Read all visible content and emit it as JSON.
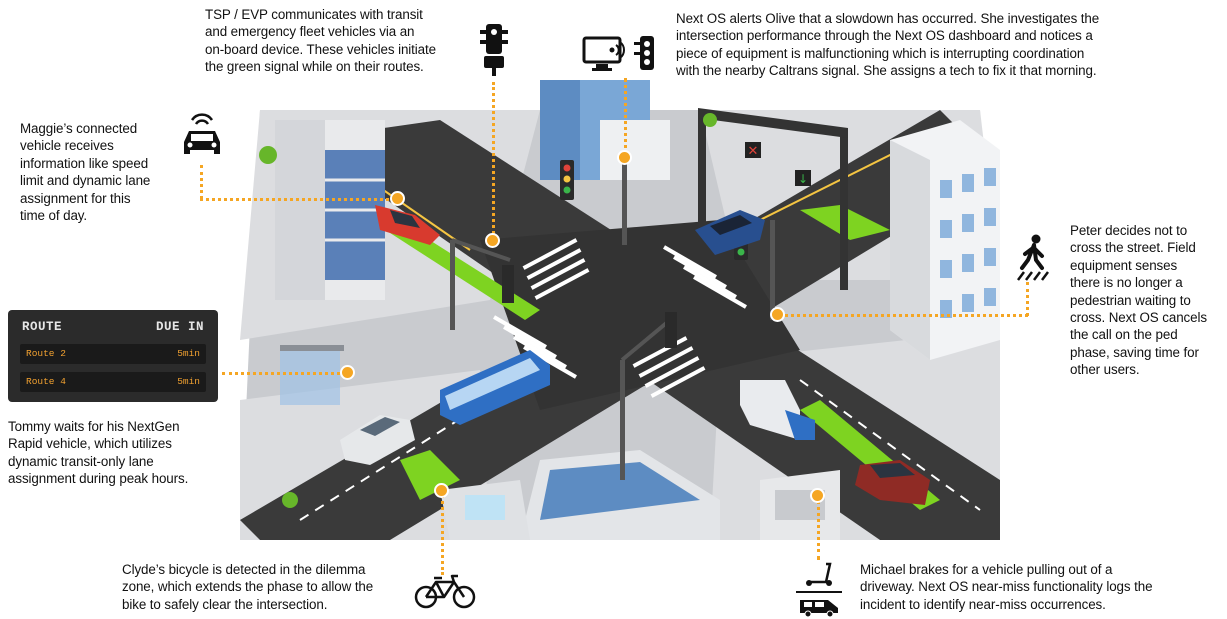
{
  "callouts": {
    "maggie": "Maggie’s connected\nvehicle receives\ninformation like speed\nlimit and dynamic lane\nassignment for this\ntime of day.",
    "tsp": "TSP / EVP communicates with transit\nand emergency fleet vehicles via an\non-board device. These vehicles initiate\nthe green signal while on their routes.",
    "olive": "Next OS alerts Olive that a slowdown has occurred. She investigates the\nintersection performance through the Next OS dashboard and notices a\npiece of equipment is malfunctioning which is interrupting coordination\nwith the nearby Caltrans signal. She assigns a tech to fix it that morning.",
    "peter": "Peter decides not to\ncross the street. Field\nequipment senses\nthere is no longer a\npedestrian waiting to\ncross. Next OS cancels\nthe call on the ped\nphase, saving time for\nother users.",
    "tommy": "Tommy waits for his NextGen\nRapid vehicle, which utilizes\ndynamic transit-only lane\nassignment during peak hours.",
    "clyde": "Clyde’s bicycle is detected in the dilemma\nzone, which extends the phase to allow the\nbike to safely clear the intersection.",
    "michael": "Michael brakes for a vehicle pulling out of a\ndriveway. Next OS near-miss functionality logs the\nincident to identify near-miss occurrences."
  },
  "arrival_panel": {
    "header_route": "ROUTE",
    "header_due": "DUE IN",
    "rows": [
      {
        "route": "Route 2",
        "due": "5min"
      },
      {
        "route": "Route 4",
        "due": "5min"
      }
    ]
  },
  "colors": {
    "accent": "#f5a623",
    "road": "#3a3a3a",
    "sidewalk": "#d9dadc",
    "grass": "#7ed321"
  },
  "icons": [
    "car-icon",
    "transit-signal-icon",
    "monitor-signal-icon",
    "pedestrian-icon",
    "bicycle-icon",
    "scooter-icon",
    "van-icon"
  ]
}
